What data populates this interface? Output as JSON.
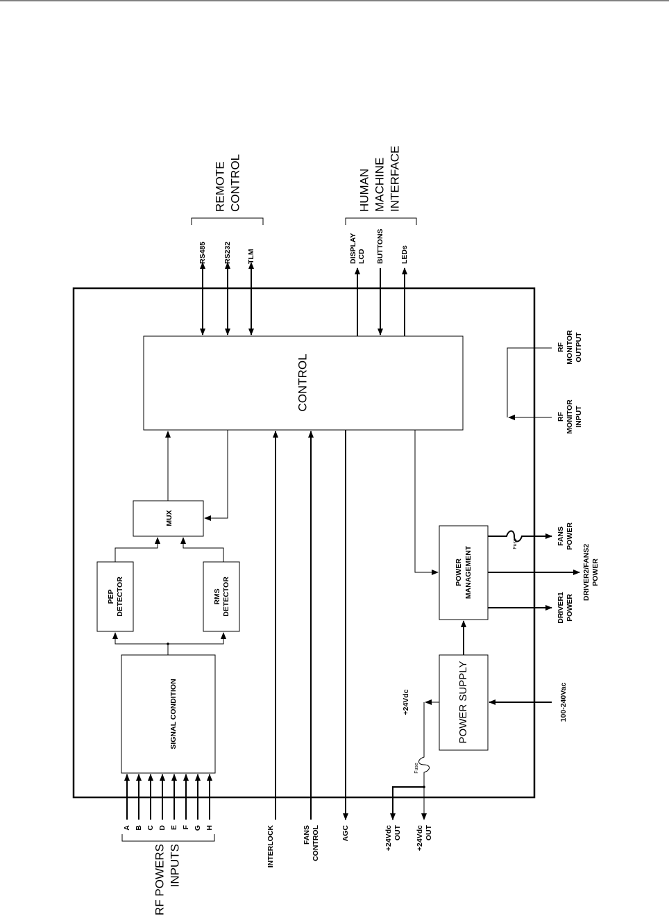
{
  "blocks": {
    "control": "CONTROL",
    "signal_condition": "SIGNAL CONDITION",
    "pep_detector": [
      "PEP",
      "DETECTOR"
    ],
    "rms_detector": [
      "RMS",
      "DETECTOR"
    ],
    "mux": "MUX",
    "power_management": [
      "POWER",
      "MANAGEMENT"
    ],
    "power_supply": "POWER SUPPLY"
  },
  "remote_control": {
    "title": [
      "REMOTE",
      "CONTROL"
    ],
    "signals": [
      "RS485",
      "RS232",
      "TLM"
    ]
  },
  "hmi": {
    "title": [
      "HUMAN",
      "MACHINE",
      "INTERFACE"
    ],
    "signals": [
      [
        "DISPLAY",
        "LCD"
      ],
      [
        "BUTTONS"
      ],
      [
        "LEDs"
      ]
    ]
  },
  "rf_inputs": {
    "title": [
      "RF POWERS",
      "INPUTS"
    ],
    "channels": [
      "A",
      "B",
      "C",
      "D",
      "E",
      "F",
      "G",
      "H"
    ]
  },
  "bottom_signals": {
    "interlock": [
      "INTERLOCK"
    ],
    "fans_control": [
      "FANS",
      "CONTROL"
    ],
    "agc": [
      "AGC"
    ],
    "out1": [
      "+24Vdc",
      "OUT"
    ],
    "out2": [
      "+24Vdc",
      "OUT"
    ]
  },
  "internal": {
    "v24": "+24Vdc",
    "fuse1": "Fuse",
    "fuse2": "Fuse"
  },
  "right_signals": {
    "rf_monitor_output": [
      "RF",
      "MONITOR",
      "OUTPUT"
    ],
    "rf_monitor_input": [
      "RF",
      "MONITOR",
      "INPUT"
    ],
    "fans_power": [
      "FANS",
      "POWER"
    ],
    "driver2_fans2_power": [
      "DRIVER2/FANS2",
      "POWER"
    ],
    "driver1_power": [
      "DRIVER1",
      "POWER"
    ],
    "mains": [
      "100-240Vac"
    ]
  }
}
